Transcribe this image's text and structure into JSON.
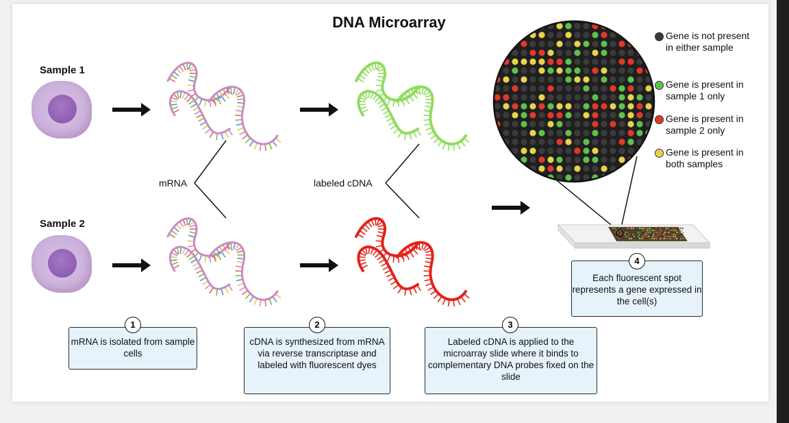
{
  "title": "DNA Microarray",
  "samples": [
    {
      "label": "Sample 1"
    },
    {
      "label": "Sample 2"
    }
  ],
  "labels": {
    "mrna": "mRNA",
    "cdna": "labeled cDNA"
  },
  "steps": [
    {
      "number": "1",
      "text": "mRNA is isolated from sample cells"
    },
    {
      "number": "2",
      "text": "cDNA is synthesized from mRNA via reverse transcriptase and labeled with fluorescent dyes"
    },
    {
      "number": "3",
      "text": "Labeled cDNA is applied to the microarray slide where it binds to complementary DNA probes fixed on the slide"
    },
    {
      "number": "4",
      "text": "Each fluorescent spot represents a gene expressed in the cell(s)"
    }
  ],
  "legend": [
    {
      "text": "Gene is not present in either sample",
      "color": "#3a3a3a"
    },
    {
      "text": "Gene is present in sample 1 only",
      "color": "#5ec24a"
    },
    {
      "text": "Gene is present in sample 2 only",
      "color": "#e2382b"
    },
    {
      "text": "Gene is present in both samples",
      "color": "#e6d44a"
    }
  ],
  "colors": {
    "mrna": "#c88bbd",
    "cdna_green": "#8fdc5e",
    "cdna_red": "#e2231a",
    "box_fill": "#e6f3fa"
  }
}
